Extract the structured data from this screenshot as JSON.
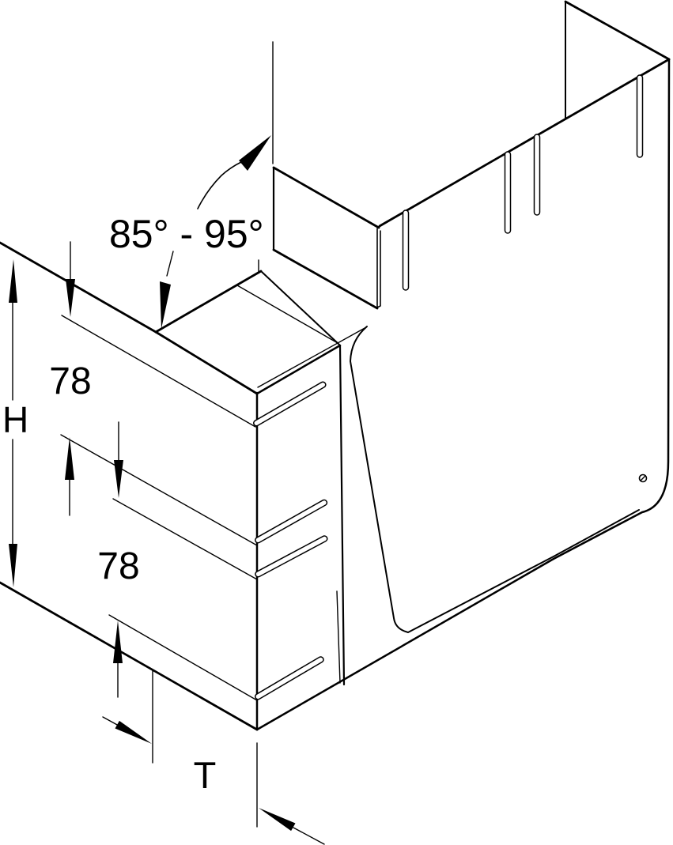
{
  "figure": {
    "type": "technical-line-drawing",
    "description": "Isometric line drawing of an adjustable trunking corner piece with slotted walls",
    "labels": {
      "angle_range": "85° - 95°",
      "height": "H",
      "depth": "T",
      "spacing_upper": "78",
      "spacing_lower": "78"
    },
    "colors": {
      "line": "#000000",
      "background": "#ffffff"
    }
  }
}
